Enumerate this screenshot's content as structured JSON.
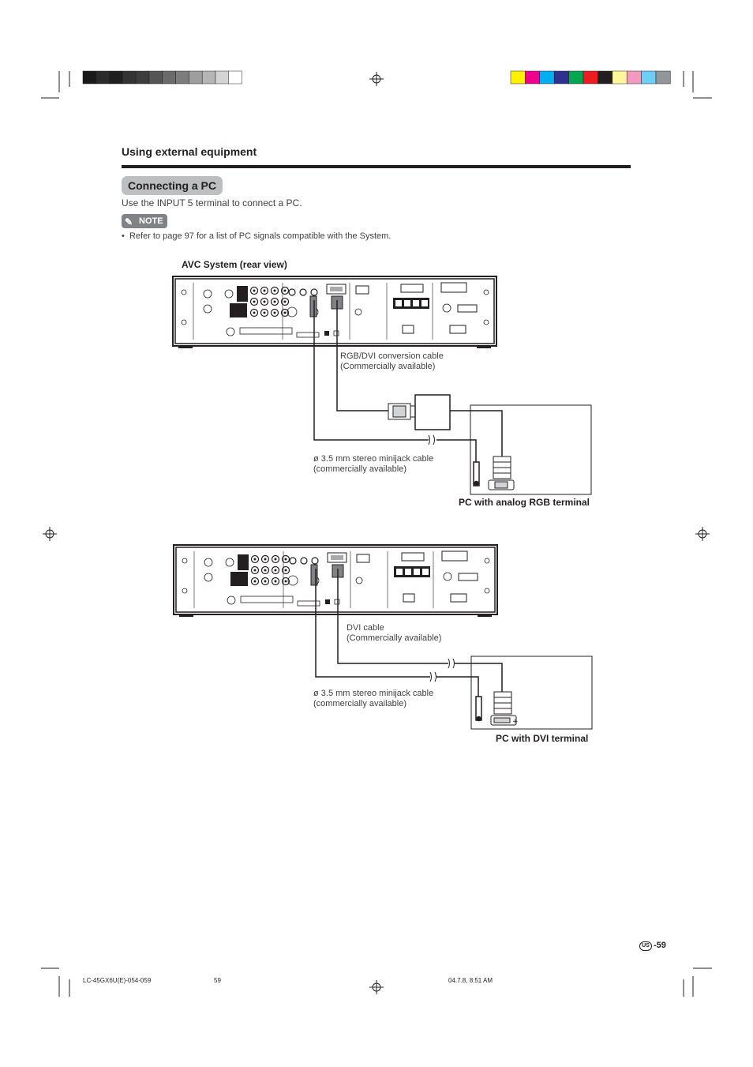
{
  "section_title": "Using external equipment",
  "subsection_title": "Connecting a PC",
  "intro_text": "Use the INPUT 5 terminal to connect a PC.",
  "note_label": "NOTE",
  "note_items": [
    "Refer to page 97 for a list of PC signals compatible with the System."
  ],
  "diagram_title": "AVC System (rear view)",
  "diagram1": {
    "cable_caption_1": "RGB/DVI conversion cable",
    "cable_caption_2": "(Commercially available)",
    "audio_caption_1": "ø 3.5 mm stereo minijack cable",
    "audio_caption_2": "(commercially available)",
    "pc_label": "PC with analog RGB terminal"
  },
  "diagram2": {
    "cable_caption_1": "DVI cable",
    "cable_caption_2": "(Commercially available)",
    "audio_caption_1": "ø 3.5 mm stereo minijack cable",
    "audio_caption_2": "(commercially available)",
    "pc_label": "PC with DVI terminal"
  },
  "page_number": "-59",
  "region_mark": "US",
  "footer": {
    "model": "LC-45GX6U(E)-054-059",
    "page": "59",
    "timestamp": "04.7.8, 8:51 AM"
  },
  "colors": {
    "gray_bar": [
      "#1a1a1a",
      "#2b2b2b",
      "#1f1f1f",
      "#333333",
      "#3d3d3d",
      "#555555",
      "#6b6b6b",
      "#7d7d7d",
      "#9e9e9e",
      "#b5b5b5",
      "#d4d4d4",
      "#ffffff"
    ],
    "color_bar": [
      "#fff200",
      "#ec008c",
      "#00aeef",
      "#2e3192",
      "#00a651",
      "#ed1c24",
      "#231f20",
      "#fff799",
      "#f49ac1",
      "#6dcff6",
      "#939598"
    ]
  }
}
